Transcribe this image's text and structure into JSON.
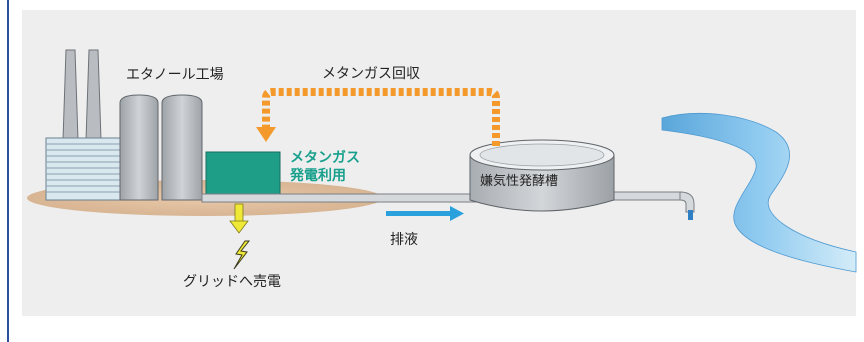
{
  "labels": {
    "factory": "エタノール工場",
    "recovery": "メタンガス回収",
    "power_line1": "メタンガス",
    "power_line2": "発電利用",
    "tank": "嫌気性発酵槽",
    "effluent": "排液",
    "grid": "グリッドへ売電"
  },
  "colors": {
    "recovery_arrow": "#f49a2c",
    "effluent_arrow": "#2aa0dc",
    "grid_arrow": "#f0e836",
    "power_unit": "#1f9e87",
    "power_text": "#18a08c",
    "river": "#6cb6e4",
    "ground": "#e3c3a4",
    "frame": "#2b4f9c"
  },
  "icons": {
    "grid_sale": "lightning-bolt-icon",
    "drain": "outlet-pipe-icon"
  }
}
